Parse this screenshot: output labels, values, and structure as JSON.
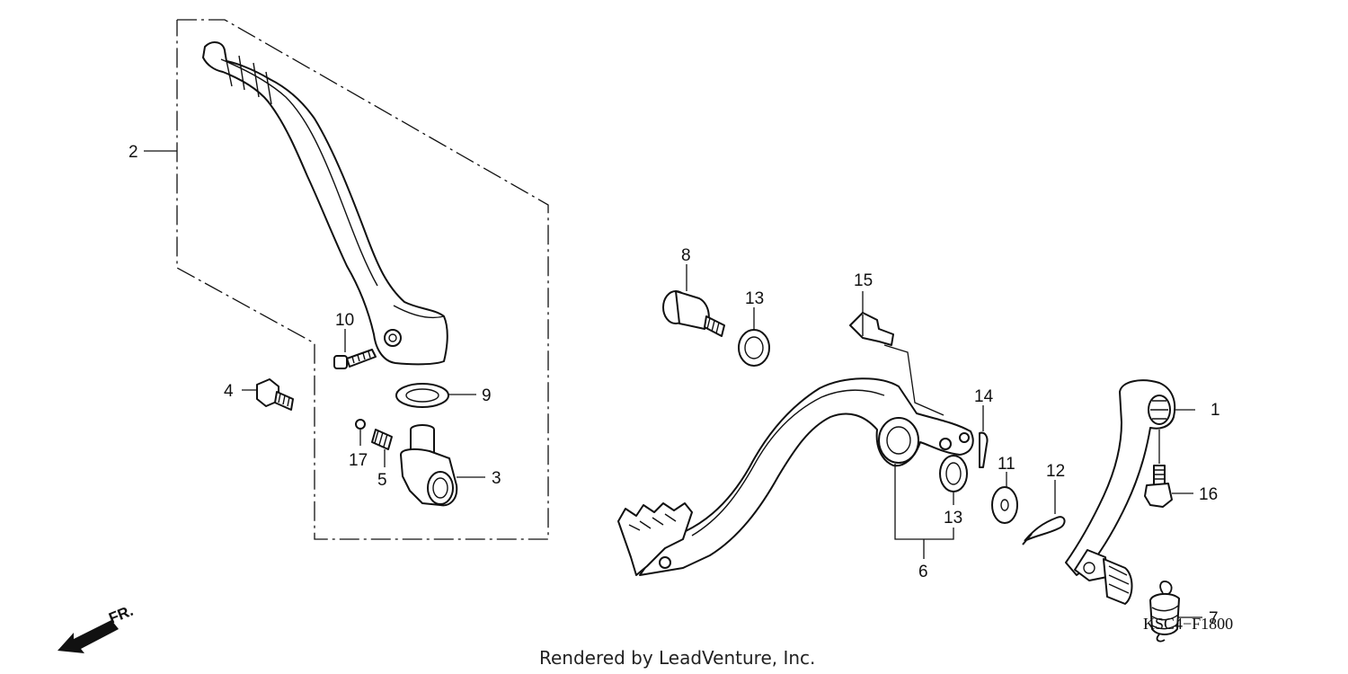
{
  "diagram": {
    "callouts": [
      "1",
      "2",
      "3",
      "4",
      "5",
      "6",
      "7",
      "8",
      "9",
      "10",
      "11",
      "12",
      "13",
      "13",
      "14",
      "15",
      "16",
      "17"
    ],
    "diagram_code": "KSC4−F1800",
    "direction_label": "FR.",
    "credit": "Rendered by LeadVenture, Inc."
  }
}
